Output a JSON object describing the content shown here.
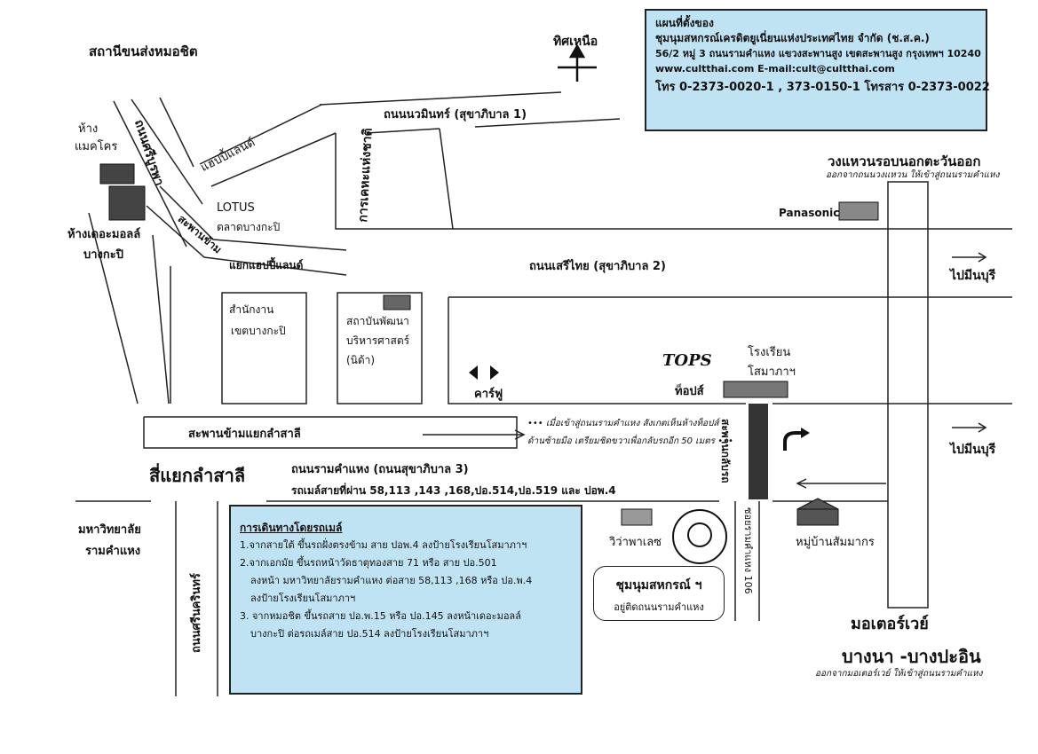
{
  "infobox": {
    "title": "แผนที่ตั้งของ",
    "name": "ชุมนุมสหกรณ์เครดิตยูเนี่ยนแห่งประเทศไทย จำกัด (ช.ส.ค.)",
    "address": "56/2 หมู่ 3 ถนนรามคำแหง แขวงสะพานสูง เขตสะพานสูง กรุงเทพฯ 10240",
    "web": "www.cultthai.com  E-mail:cult@cultthai.com",
    "phone": "โทร 0-2373-0020-1 , 373-0150-1  โทรสาร 0-2373-0022"
  },
  "map": {
    "north": "ทิศเหนือ",
    "mochit_bus": "สถานีขนส่งหมอชิต",
    "navamin_rd": "ถนนนวมินทร์ (สุขาภิบาล 1)",
    "happyland": "แฮปปี้แลนด์",
    "lotus": "LOTUS",
    "bangkapi_market": "ตลาดบางกะปิ",
    "sriboonruang_rd": "ถนนศรีบูรพา",
    "kehachart": "การเคหะแห่งชาติ",
    "bridge_happyland": "สะพานข้าม",
    "happyland_junction": "แยกแฮปปี้แลนด์",
    "makro_1": "ห้าง",
    "makro_2": "แมคโคร",
    "themall_1": "ห้างเดอะมอลล์",
    "themall_2": "บางกะปิ",
    "ring_road": "วงแหวนรอบนอกตะวันออก",
    "ring_road_note": "ออกจากถนนวงแหวน ให้เข้าสู่ถนนรามคำแหง",
    "panasonic": "Panasonic",
    "serithai_rd": "ถนนเสรีไทย (สุขาภิบาล 2)",
    "to_minburi_1": "ไปมีนบุรี",
    "to_minburi_2": "ไปมีนบุรี",
    "district_office_1": "สำนักงาน",
    "district_office_2": "เขตบางกะปิ",
    "nida_1": "สถาบันพัฒนา",
    "nida_2": "บริหารศาสตร์",
    "nida_3": "(นิด้า)",
    "carrefour": "คาร์ฟู",
    "tops_logo": "TOPS",
    "tops": "ท็อปส์",
    "school_1": "โรงเรียน",
    "school_2": "โสมาภาฯ",
    "lamsali_bridge": "สะพานข้ามแยกลำสาลี",
    "note_1": "••• เมื่อเข้าสู่ถนนรามคำแหง สังเกตเห็นห้างท็อปส์",
    "note_2": "ด้านซ้ายมือ เตรียมชิดขวาเพื่อกลับรถอีก 50 เมตร •••",
    "lamsali_junction": "สี่แยกลำสาลี",
    "ramkhamhaeng_rd": "ถนนรามคำแหง (ถนนสุขาภิบาล 3)",
    "bus_lines": "รถเมล์สายที่ผ่าน 58,113 ,143 ,168,ปอ.514,ปอ.519  และ ปอพ.4",
    "uturn_bridge": "สะพานกลับรถ",
    "soi": "ซอยรามคำแหง 106",
    "ru_1": "มหาวิทยาลัย",
    "ru_2": "รามคำแหง",
    "srinakarin_rd": "ถนนศรีนครินทร์",
    "vivapalace": "วิว่าพาเลซ",
    "village": "หมู่บ้านสัมมากร",
    "motorway": "มอเตอร์เวย์",
    "bangna": "บางนา -บางปะอิน",
    "motorway_note": "ออกจากมอเตอร์เวย์ ให้เข้าสู่ถนนรามคำแหง"
  },
  "travel": {
    "heading": "การเดินทางโดยรถเมล์",
    "line1": "1.จากสายใต้  ขึ้นรถฝั่งตรงข้าม สาย ปอพ.4  ลงป้ายโรงเรียนโสมาภาฯ",
    "line2": "2.จากเอกมัย  ขึ้นรถหน้าวัดธาตุทองสาย 71  หรือ สาย ปอ.501",
    "line3": "ลงหน้า มหาวิทยาลัยรามคำแหง  ต่อสาย 58,113 ,168  หรือ ปอ.พ.4",
    "line4": "ลงป้ายโรงเรียนโสมาภาฯ",
    "line5": "3. จากหมอชิต  ขึ้นรถสาย ปอ.พ.15 หรือ ปอ.145 ลงหน้าเดอะมอลล์",
    "line6": "บางกะปิ  ต่อรถเมล์สาย ปอ.514   ลงป้ายโรงเรียนโสมาภาฯ"
  },
  "pill": {
    "name": "ชุมนุมสหกรณ์ ฯ",
    "sub": "อยู่ติดถนนรามคำแหง"
  }
}
